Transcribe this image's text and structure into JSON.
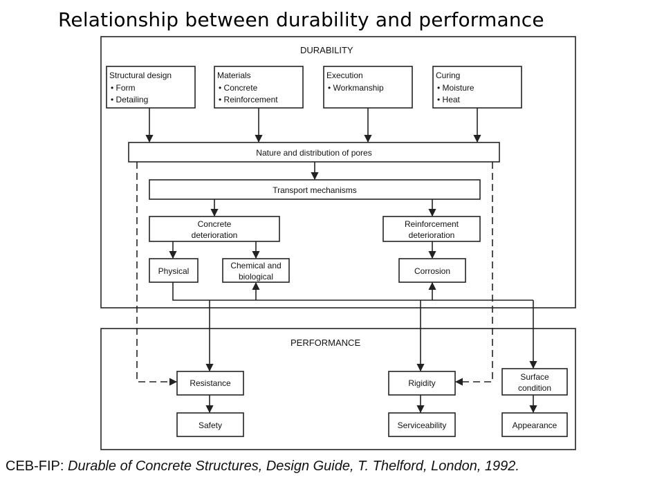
{
  "title": "Relationship between durability and performance",
  "diagram": {
    "durability_label": "DURABILITY",
    "performance_label": "PERFORMANCE",
    "factors": [
      {
        "heading": "Structural design",
        "bullets": [
          "Form",
          "Detailing"
        ]
      },
      {
        "heading": "Materials",
        "bullets": [
          "Concrete",
          "Reinforcement"
        ]
      },
      {
        "heading": "Execution",
        "bullets": [
          "Workmanship"
        ]
      },
      {
        "heading": "Curing",
        "bullets": [
          "Moisture",
          "Heat"
        ]
      }
    ],
    "pores": "Nature and distribution of pores",
    "transport": "Transport mechanisms",
    "concrete_deterioration": [
      "Concrete",
      "deterioration"
    ],
    "reinforcement_deterioration": [
      "Reinforcement",
      "deterioration"
    ],
    "physical": "Physical",
    "chemical": [
      "Chemical and",
      "biological"
    ],
    "corrosion": "Corrosion",
    "resistance": "Resistance",
    "rigidity": "Rigidity",
    "surface_condition": [
      "Surface",
      "condition"
    ],
    "safety": "Safety",
    "serviceability": "Serviceability",
    "appearance": "Appearance"
  },
  "source": {
    "prefix": "CEB-FIP: ",
    "citation": "Durable of Concrete Structures, Design Guide, T. Thelford, London, 1992."
  }
}
